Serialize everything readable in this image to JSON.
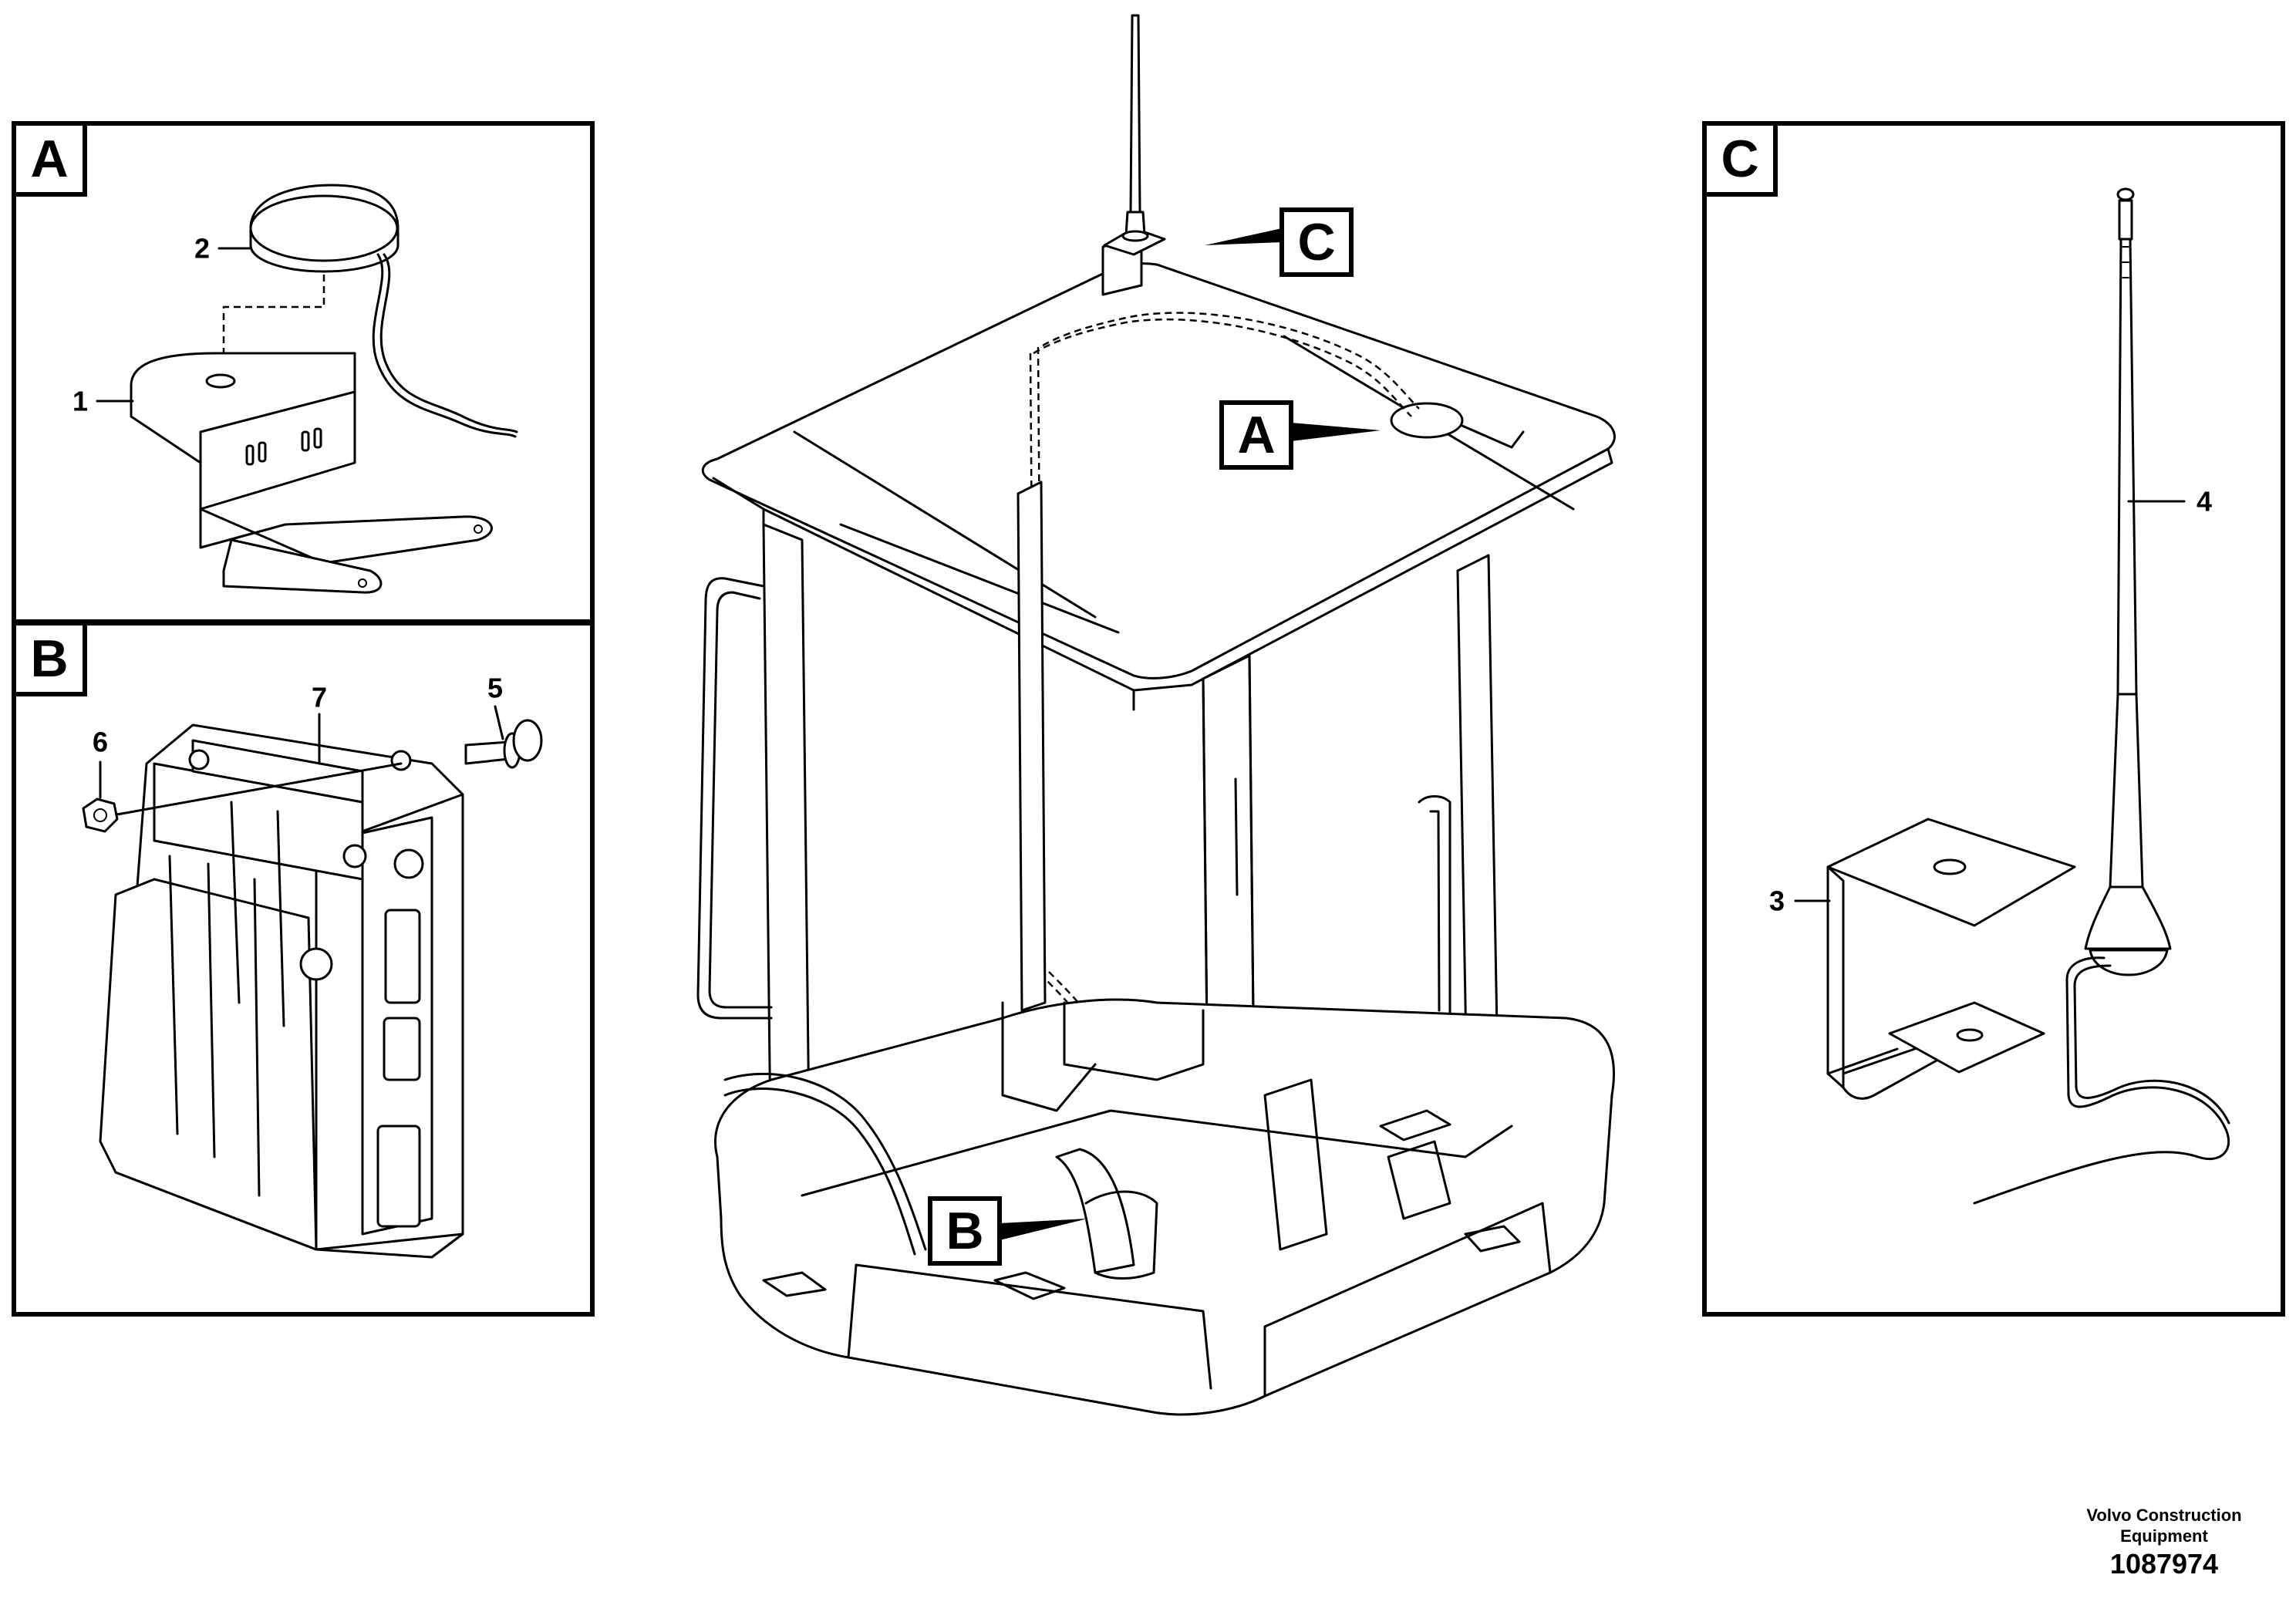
{
  "panels": {
    "a": {
      "letter": "A",
      "parts": {
        "p2": "2",
        "p1": "1"
      }
    },
    "b": {
      "letter": "B",
      "parts": {
        "p7": "7",
        "p5": "5",
        "p6": "6"
      }
    },
    "c": {
      "letter": "C",
      "parts": {
        "p4": "4",
        "p3": "3"
      }
    }
  },
  "callouts": {
    "a": "A",
    "b": "B",
    "c": "C"
  },
  "footer": {
    "brand_line1": "Volvo Construction",
    "brand_line2": "Equipment",
    "figure_number": "1087974"
  }
}
